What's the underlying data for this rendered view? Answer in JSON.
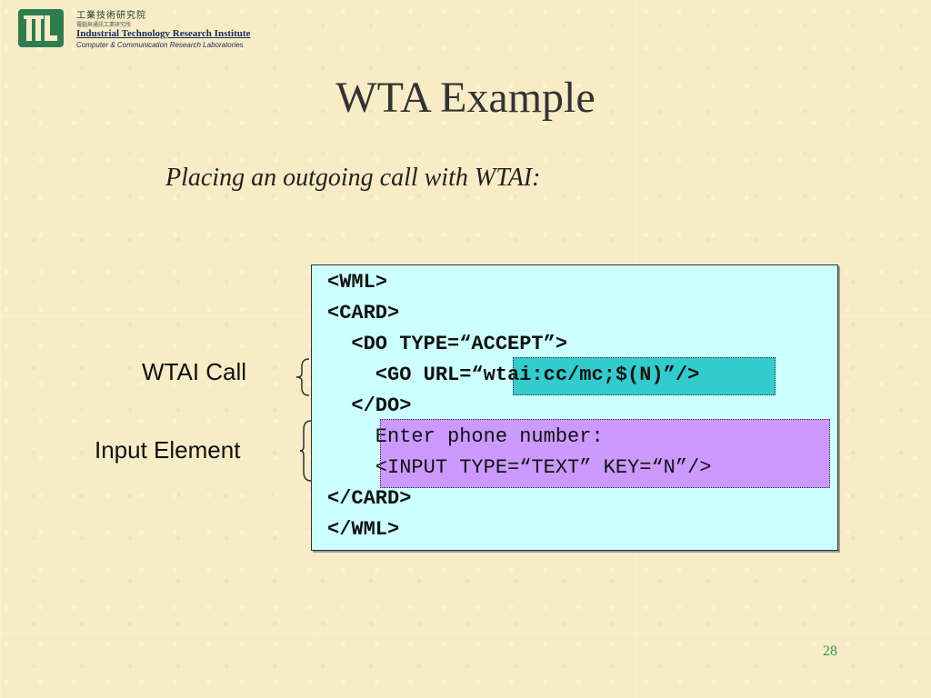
{
  "header": {
    "org_cn": "工業技術研究院",
    "org_cn_small": "電腦與通訊工業研究所",
    "org_en": "Industrial Technology Research Institute",
    "lab_en": "Computer & Communication Research Laboratories"
  },
  "slide": {
    "title": "WTA Example",
    "subtitle": "Placing an outgoing call with WTAI:",
    "code_lines": [
      "<WML>",
      "<CARD>",
      "  <DO TYPE=“ACCEPT”>",
      "    <GO URL=“wtai:cc/mc;$(N)”/>",
      "  </DO>",
      "    Enter phone number:",
      "    <INPUT TYPE=“TEXT” KEY=“N”/>",
      "</CARD>",
      "</WML>"
    ],
    "labels": {
      "wtai_call": "WTAI Call",
      "input_element": "Input Element"
    },
    "page_number": "28"
  },
  "colors": {
    "code_bg": "#ccffff",
    "url_highlight": "#33cccc",
    "input_highlight": "#cc99ff",
    "page_number": "#339966"
  }
}
